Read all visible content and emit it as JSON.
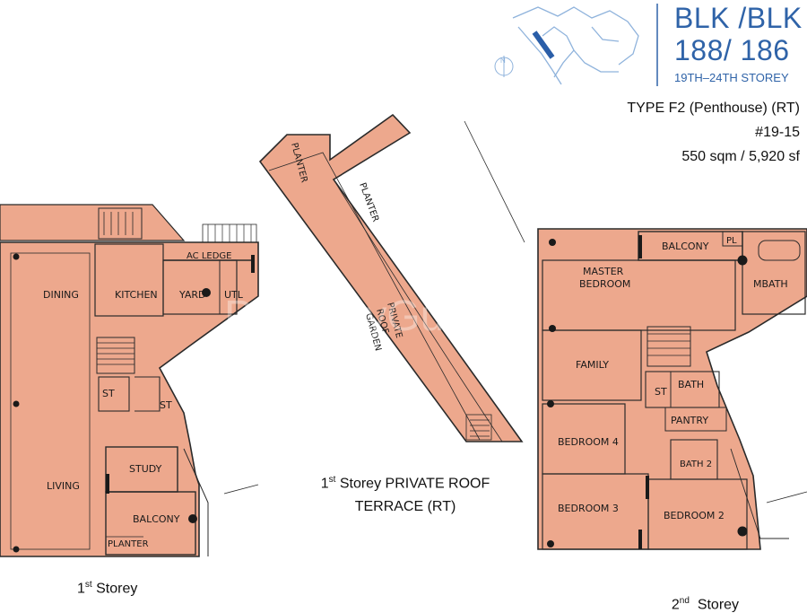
{
  "header": {
    "block_line1": "BLK /BLK",
    "block_line2": "188/ 186",
    "storey_range": "19TH–24TH STOREY",
    "compass_label": "N"
  },
  "unit": {
    "type": "TYPE F2 (Penthouse) (RT)",
    "unit_no": "#19-15",
    "area": "550 sqm / 5,920 sf"
  },
  "captions": {
    "first_storey_num": "1",
    "first_storey_sup": "st",
    "first_storey_word": " Storey",
    "roof_line1_num": "1",
    "roof_line1_sup": "st",
    "roof_line1_rest": " Storey PRIVATE ROOF",
    "roof_line2": "TERRACE (RT)",
    "second_storey_num": "2",
    "second_storey_sup": "nd",
    "second_storey_word": "  Storey"
  },
  "rooms_first": {
    "dining": "DINING",
    "kitchen": "KITCHEN",
    "yard": "YARD",
    "utl": "UTL",
    "ac_ledge": "AC LEDGE",
    "st1": "ST",
    "st2": "ST",
    "study": "STUDY",
    "living": "LIVING",
    "balcony": "BALCONY",
    "planter": "PLANTER"
  },
  "rooms_roof": {
    "planter_top": "PLANTER",
    "planter_mid": "PLANTER",
    "roof_garden_1": "PRIVATE",
    "roof_garden_2": "ROOF",
    "roof_garden_3": "GARDEN"
  },
  "rooms_second": {
    "balcony": "BALCONY",
    "pl": "PL",
    "master_bedroom_1": "MASTER",
    "master_bedroom_2": "BEDROOM",
    "mbath": "MBATH",
    "family": "FAMILY",
    "st": "ST",
    "bath": "BATH",
    "pantry": "PANTRY",
    "bedroom4": "BEDROOM 4",
    "bath2": "BATH 2",
    "bedroom3": "BEDROOM 3",
    "bedroom2": "BEDROOM 2"
  },
  "colors": {
    "room_fill": "#eda88d",
    "wall": "#2a2a2a",
    "accent_blue": "#2f63a8"
  },
  "watermark": "PropertyGuru"
}
